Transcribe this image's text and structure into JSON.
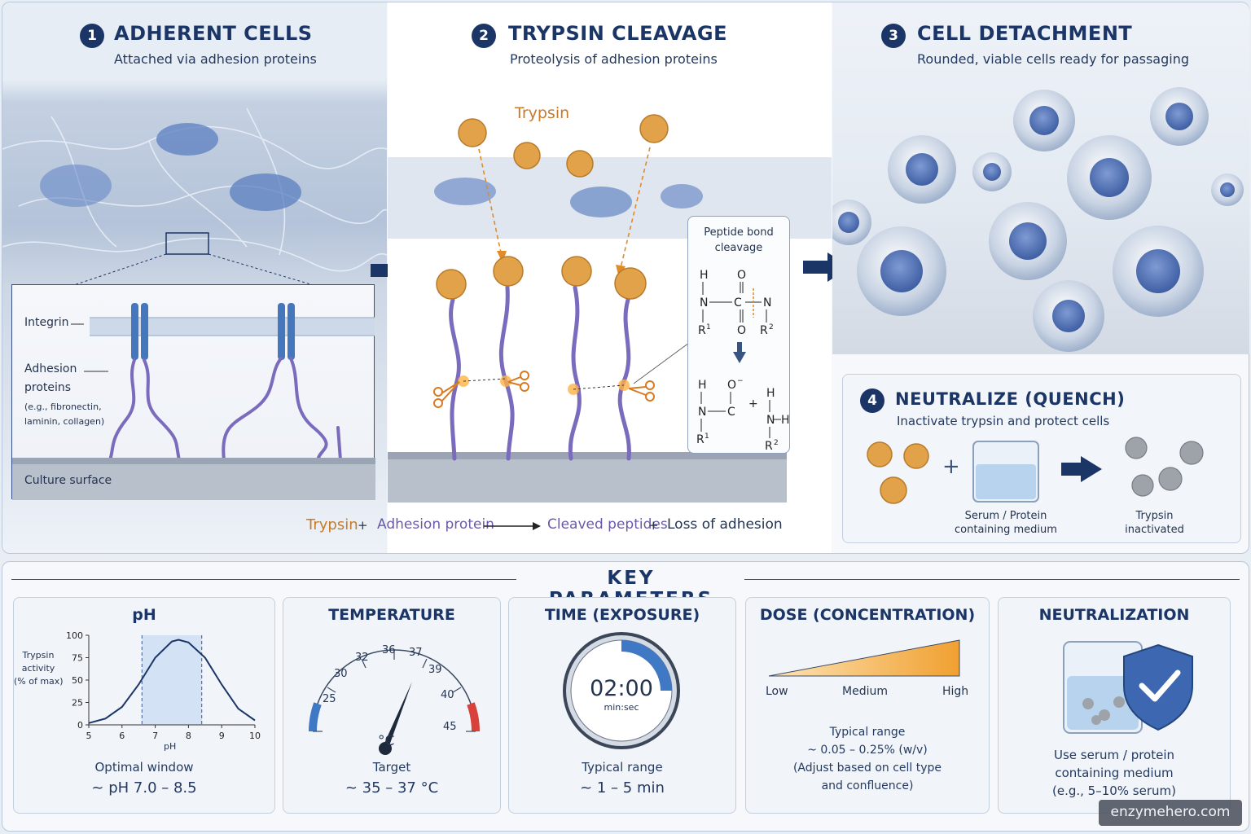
{
  "steps": [
    {
      "num": "1",
      "title": "ADHERENT CELLS",
      "subtitle": "Attached via adhesion proteins"
    },
    {
      "num": "2",
      "title": "TRYPSIN CLEAVAGE",
      "subtitle": "Proteolysis of adhesion proteins"
    },
    {
      "num": "3",
      "title": "CELL DETACHMENT",
      "subtitle": "Rounded, viable cells ready for passaging"
    },
    {
      "num": "4",
      "title": "NEUTRALIZE (QUENCH)",
      "subtitle": "Inactivate trypsin and protect cells"
    }
  ],
  "panel1": {
    "integrin": "Integrin",
    "adhesion_line1": "Adhesion",
    "adhesion_line2": "proteins",
    "examples_line1": "(e.g., fibronectin,",
    "examples_line2": "laminin, collagen)",
    "surface": "Culture surface"
  },
  "panel2": {
    "trypsin_label": "Trypsin",
    "bond_title_line1": "Peptide bond",
    "bond_title_line2": "cleavage",
    "equation": {
      "trypsin": "Trypsin",
      "plus1": "+",
      "adhesion": "Adhesion protein",
      "peptides": "Cleaved peptides",
      "plus2": "+",
      "loss": "Loss of adhesion"
    }
  },
  "panel4": {
    "plus": "+",
    "medium_line1": "Serum / Protein",
    "medium_line2": "containing medium",
    "result_line1": "Trypsin",
    "result_line2": "inactivated"
  },
  "key_parameters": {
    "heading": "KEY PARAMETERS",
    "ph": {
      "title": "pH",
      "ylabel_line1": "Trypsin",
      "ylabel_line2": "activity",
      "ylabel_line3": "(% of max)",
      "xlabel": "pH",
      "caption": "Optimal window",
      "value": "~ pH 7.0 – 8.5"
    },
    "temperature": {
      "title": "TEMPERATURE",
      "ticks": [
        "25",
        "30",
        "32",
        "36",
        "37",
        "39",
        "40",
        "45"
      ],
      "unit": "°C",
      "caption": "Target",
      "value": "~ 35 – 37 °C"
    },
    "time": {
      "title": "TIME (EXPOSURE)",
      "clock": "02:00",
      "clock_unit": "min:sec",
      "caption": "Typical range",
      "value": "~ 1 – 5 min"
    },
    "dose": {
      "title": "DOSE (CONCENTRATION)",
      "low": "Low",
      "medium": "Medium",
      "high": "High",
      "line1": "Typical range",
      "line2": "~ 0.05 – 0.25% (w/v)",
      "line3": "(Adjust based on cell type",
      "line4": "and confluence)"
    },
    "neutralization": {
      "title": "NEUTRALIZATION",
      "line1": "Use serum / protein",
      "line2": "containing medium",
      "line3": "(e.g., 5–10% serum)"
    }
  },
  "watermark": "enzymehero.com",
  "chart_data": {
    "type": "line",
    "x": [
      5,
      5.5,
      6,
      6.5,
      7,
      7.5,
      7.7,
      8,
      8.5,
      9,
      9.5,
      10
    ],
    "series": [
      {
        "values": [
          2,
          7,
          20,
          45,
          75,
          93,
          95,
          92,
          75,
          45,
          18,
          5
        ]
      }
    ],
    "xlabel": "pH",
    "ylabel": "Trypsin activity (% of max)",
    "xlim": [
      5,
      10
    ],
    "ylim": [
      0,
      100
    ],
    "xticks": [
      5,
      6,
      7,
      8,
      9,
      10
    ],
    "yticks": [
      0,
      25,
      50,
      75,
      100
    ],
    "shaded_window": [
      6.6,
      8.4
    ],
    "grid": false
  },
  "colors": {
    "navy": "#1b3566",
    "trypsin": "#c77b2a",
    "adhesion": "#6b5aa6",
    "cell_blue": "#5b7fc0",
    "gauge_cold": "#3f78c4",
    "gauge_hot": "#d9413b",
    "dose": "#f0a030"
  }
}
